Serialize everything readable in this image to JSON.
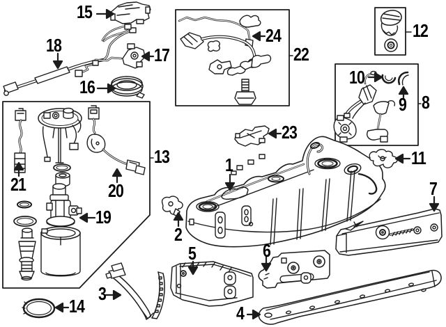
{
  "diagram": {
    "background_color": "#ffffff",
    "line_color": "#1c1c1c",
    "label_color": "#000000",
    "callouts": [
      {
        "label": "1"
      },
      {
        "label": "2"
      },
      {
        "label": "3"
      },
      {
        "label": "4"
      },
      {
        "label": "5"
      },
      {
        "label": "6"
      },
      {
        "label": "7"
      },
      {
        "label": "8"
      },
      {
        "label": "9"
      },
      {
        "label": "10"
      },
      {
        "label": "11"
      },
      {
        "label": "12"
      },
      {
        "label": "13"
      },
      {
        "label": "14"
      },
      {
        "label": "15"
      },
      {
        "label": "16"
      },
      {
        "label": "17"
      },
      {
        "label": "18"
      },
      {
        "label": "19"
      },
      {
        "label": "20"
      },
      {
        "label": "21"
      },
      {
        "label": "22"
      },
      {
        "label": "23"
      },
      {
        "label": "24"
      }
    ]
  }
}
